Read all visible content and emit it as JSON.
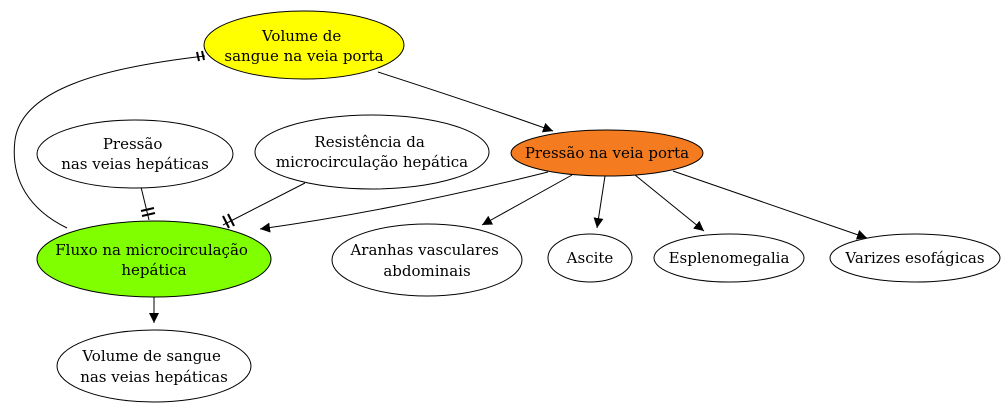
{
  "colors": {
    "background": "#ffffff",
    "stroke": "#000000",
    "yellow": "#ffff00",
    "orange": "#f47b20",
    "green": "#7fff00",
    "white": "#ffffff"
  },
  "nodes": {
    "volume_veia_porta": {
      "line1": "Volume de",
      "line2": "sangue na veia porta"
    },
    "pressao_veias_hepaticas": {
      "line1": "Pressão",
      "line2": "nas veias hepáticas"
    },
    "resistencia_microcirculacao": {
      "line1": "Resistência da",
      "line2": "microcirculação hepática"
    },
    "pressao_veia_porta": {
      "line1": "Pressão na veia porta"
    },
    "fluxo_microcirculacao": {
      "line1": "Fluxo na microcirculação",
      "line2": "hepática"
    },
    "aranhas_vasculares": {
      "line1": "Aranhas vasculares",
      "line2": "abdominais"
    },
    "ascite": {
      "line1": "Ascite"
    },
    "esplenomegalia": {
      "line1": "Esplenomegalia"
    },
    "varizes_esofagicas": {
      "line1": "Varizes esofágicas"
    },
    "volume_veias_hepaticas": {
      "line1": "Volume de sangue",
      "line2": "nas veias hepáticas"
    }
  },
  "edges": [
    {
      "from": "volume_veia_porta",
      "to": "pressao_veia_porta",
      "arrow": "normal"
    },
    {
      "from": "fluxo_microcirculacao",
      "to": "volume_veia_porta",
      "arrow": "tee"
    },
    {
      "from": "pressao_veias_hepaticas",
      "to": "fluxo_microcirculacao",
      "arrow": "tee"
    },
    {
      "from": "resistencia_microcirculacao",
      "to": "fluxo_microcirculacao",
      "arrow": "tee"
    },
    {
      "from": "pressao_veia_porta",
      "to": "fluxo_microcirculacao",
      "arrow": "normal"
    },
    {
      "from": "pressao_veia_porta",
      "to": "aranhas_vasculares",
      "arrow": "normal"
    },
    {
      "from": "pressao_veia_porta",
      "to": "ascite",
      "arrow": "normal"
    },
    {
      "from": "pressao_veia_porta",
      "to": "esplenomegalia",
      "arrow": "normal"
    },
    {
      "from": "pressao_veia_porta",
      "to": "varizes_esofagicas",
      "arrow": "normal"
    },
    {
      "from": "fluxo_microcirculacao",
      "to": "volume_veias_hepaticas",
      "arrow": "normal"
    }
  ]
}
